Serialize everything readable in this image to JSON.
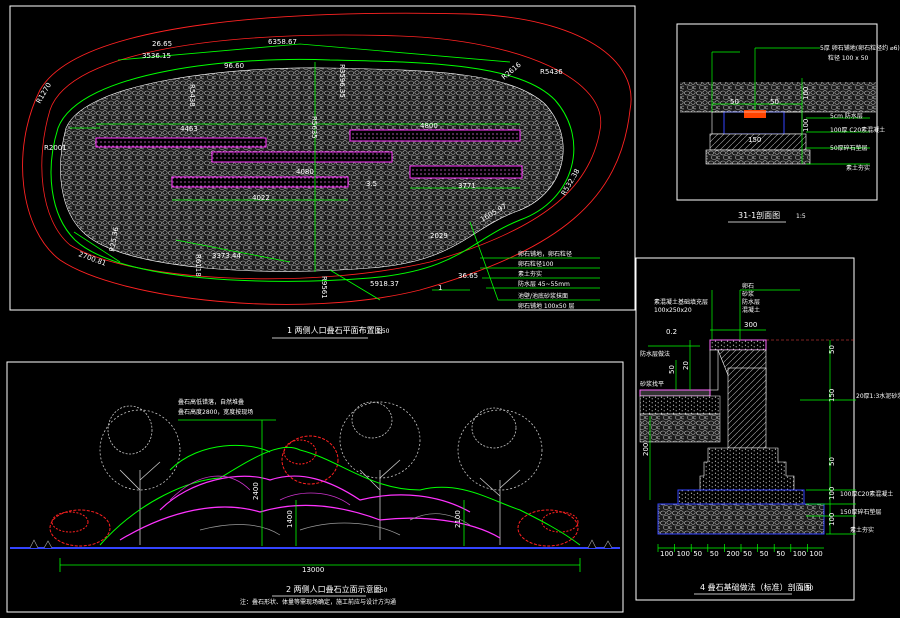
{
  "colors": {
    "background": "#000000",
    "frame": "#ffffff",
    "dimension": "#00ff00",
    "paving": "#ff00ff",
    "contour": "#ff0000",
    "tree": "#cccccc",
    "shrub": "#ff0000",
    "ground": "#3333ff",
    "water": "#0000ff"
  },
  "plan": {
    "title": "1 两侧人口叠石平面布置图",
    "scale": "1:50",
    "dims": {
      "top_left": "26.65",
      "top_a": "3536.15",
      "top_b": "6358.67",
      "top_c": "R3596.35",
      "right_top": "R2616",
      "right_mid": "R5436",
      "right_bottom": "R532.38",
      "left": "R1270",
      "left_radius": "R2001",
      "bottom_left": "2700.81",
      "bottom_b": "R25.36",
      "bottom_c": "3373.44",
      "bottom_d": "R6118",
      "bottom_e": "R9561",
      "bottom_f": "5918.37",
      "bottom_g": "36.65",
      "inner_a": "96.60",
      "inner_b": "R5438",
      "inner_c": "4463",
      "inner_d": "R5635",
      "inner_e": "4022",
      "inner_f": "4080",
      "inner_g": "4800",
      "inner_h": "3771",
      "inner_i": "2029",
      "inner_j": "1605.97",
      "inner_k": "3.5",
      "leader_num": "1"
    },
    "notes": [
      "卵石铺地，卵石粒径",
      "卵石粒径100",
      "素土夯实",
      "防水层 45~55mm",
      "池壁/池底砂浆抹面",
      "卵石铺地 100x50 层"
    ]
  },
  "elevation": {
    "title": "2 两侧人口叠石立面示意图",
    "scale": "1:50",
    "note_1": "叠石高低错落，自然堆叠",
    "note_2": "叠石高度2800，宽度按现场",
    "footnote": "注：叠石形状、体量等需现场确定，施工前应与设计方沟通",
    "dims": {
      "width": "13000",
      "h1": "2400",
      "h2": "1400",
      "h3": "2100"
    }
  },
  "section1": {
    "title": "31-1剖面图",
    "scale": "1:5",
    "notes": [
      "5厚 卵石铺地(卵石粒径约 ⌀6)",
      "粒径 100 x 50",
      "5cm 防水层",
      "100厚 C20素混凝土",
      "50厚碎石垫层",
      "素土夯实"
    ],
    "dims": {
      "d1": "50",
      "d2": "50",
      "d3": "100",
      "d4": "100",
      "d5": "150"
    }
  },
  "section2": {
    "title": "4 叠石基础做法（标准）剖面图",
    "scale": "1:50",
    "notes_left": [
      "素混凝土基础填充层",
      "100x250x20",
      "防水层做法",
      "砂浆找平"
    ],
    "notes_right": [
      "20厚1:3水泥砂浆找平",
      "100厚C20素混凝土",
      "150厚碎石垫层",
      "素土夯实"
    ],
    "top_notes": [
      "卵石",
      "砂浆",
      "防水层",
      "混凝土"
    ],
    "dims": {
      "top": "300",
      "left_a": "0.2",
      "left_b": "20",
      "left_c": "50",
      "left_d": "200",
      "right_a": "50",
      "right_b": "150",
      "right_c": "50",
      "right_d": "100",
      "right_e": "100",
      "bottom": [
        "100",
        "100",
        "50",
        "50",
        "200",
        "50",
        "50",
        "50",
        "100",
        "100"
      ]
    }
  }
}
